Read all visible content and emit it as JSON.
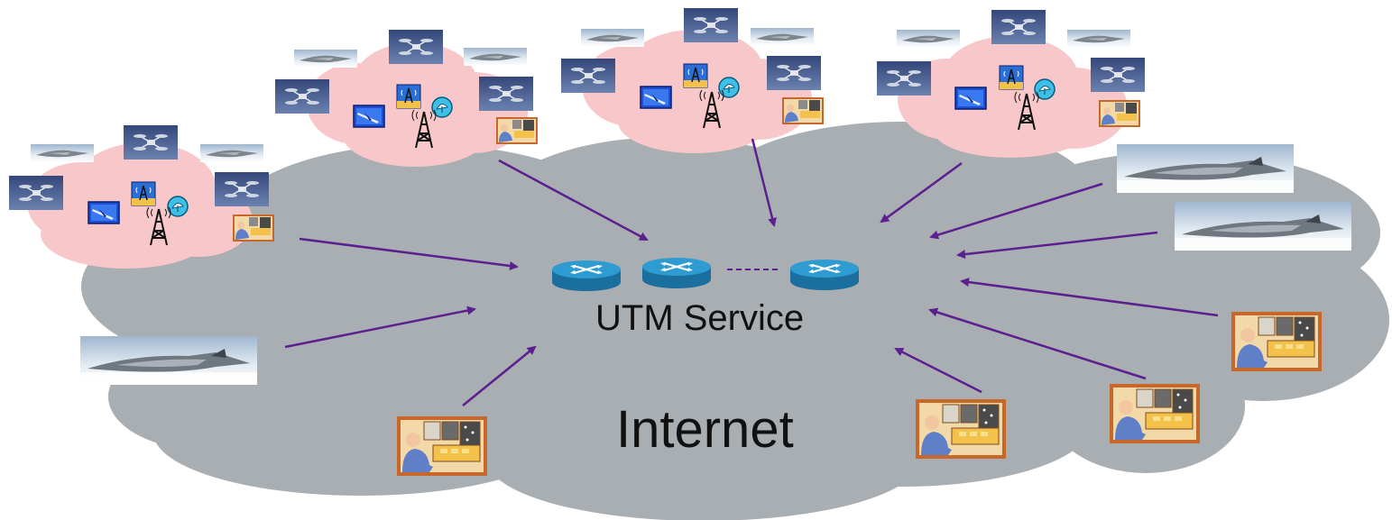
{
  "labels": {
    "utm_service": "UTM Service",
    "internet": "Internet"
  },
  "colors": {
    "internet_cloud": "#a9aeb2",
    "cluster_cloud": "#f7c7c9",
    "arrow": "#5b1f8f",
    "router_top": "#2e9bd1",
    "router_side": "#1a6f9e",
    "drone_tile": "#4b5f8f",
    "uav_sky": "#d9e4ee"
  },
  "icons": {
    "router": "router-icon",
    "drone": "quadcopter-drone-icon",
    "fixed_wing_uav": "stealth-uav-icon",
    "operator": "operator-console-icon",
    "tower": "radio-tower-icon",
    "satellite": "satellite-dish-icon",
    "aircraft": "aircraft-icon"
  },
  "groups": {
    "uas_clusters": 4,
    "standalone_uavs": 3,
    "standalone_operators": 4,
    "routers": 3
  }
}
